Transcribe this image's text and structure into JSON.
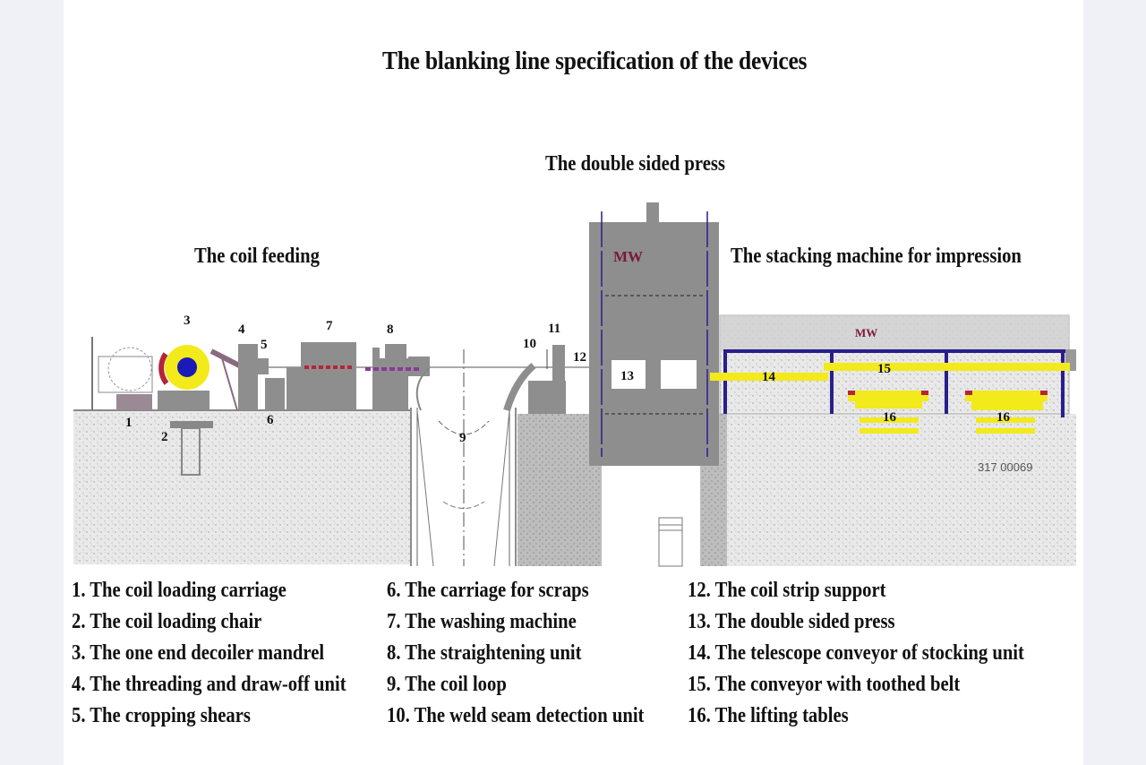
{
  "title": "The blanking line specification of the devices",
  "sections": {
    "press": "The double sided press",
    "coil_feeding": "The coil feeding",
    "stacking": "The stacking machine for impression"
  },
  "callouts": [
    "1",
    "2",
    "3",
    "4",
    "5",
    "6",
    "7",
    "8",
    "9",
    "10",
    "11",
    "12",
    "13",
    "14",
    "15",
    "16",
    "16"
  ],
  "drawing_ref": "317 00069",
  "logo_text": "MW",
  "colors": {
    "background": "#f0f1f6",
    "panel": "#ffffff",
    "machine_gray": "#8e8e8e",
    "floor_gray": "#c9c9c9",
    "conveyor_yellow": "#f2ea1a",
    "frame_blue": "#2a1d8c",
    "mandrel_blue": "#1a1ab8",
    "accent_red": "#b5253a"
  },
  "legend": {
    "col1": [
      "1. The coil loading carriage",
      "2. The coil loading chair",
      "3. The one end decoiler mandrel",
      "4. The threading and draw-off unit",
      "5. The cropping shears"
    ],
    "col2": [
      "6. The carriage for scraps",
      "7. The washing machine",
      "8. The straightening unit",
      "9. The coil loop",
      "10. The weld seam detection unit"
    ],
    "col3": [
      "12. The coil strip support",
      "13. The double sided press",
      "14. The telescope conveyor of stocking unit",
      "15. The conveyor with toothed belt",
      "16. The lifting tables"
    ]
  }
}
